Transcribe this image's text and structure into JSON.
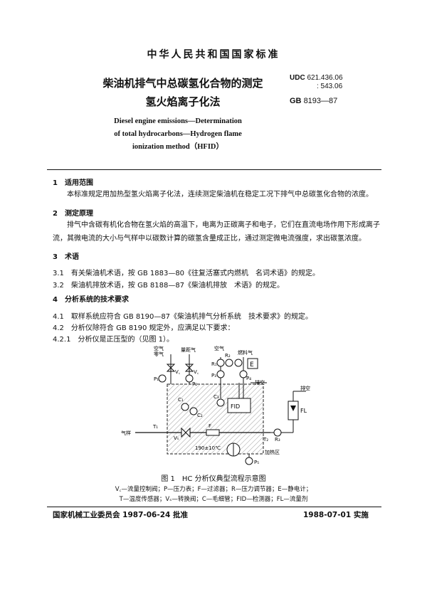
{
  "header": {
    "national_standard": "中华人民共和国国家标准",
    "title_zh_line1": "柴油机排气中总碳氢化合物的测定",
    "title_zh_line2": "氢火焰离子化法",
    "udc_label": "UDC",
    "udc_line1": "621.436.06",
    "udc_line2": ": 543.06",
    "gb_label": "GB",
    "gb_number": "8193—87",
    "title_en_line1": "Diesel engine emissions—Determination",
    "title_en_line2": "of total hydrocarbons—Hydrogen flame",
    "title_en_line3": "ionization method（HFID）"
  },
  "sections": {
    "s1_title": "1　适用范围",
    "s1_text": "本标准规定用加热型氢火焰离子化法，连续测定柴油机在稳定工况下排气中总碳氢化合物的浓度。",
    "s2_title": "2　测定原理",
    "s2_text": "排气中含碳有机化合物在氢火焰的高温下，电离为正碳离子和电子，它们在直流电场作用下形成离子流，其微电流的大小与气样中以碳数计算的碳氢含量成正比，通过测定微电流强度，求出碳氢浓度。",
    "s3_title": "3　术语",
    "s3_1": "3.1　有关柴油机术语，按 GB 1883—80《往复活塞式内燃机　名词术语》的规定。",
    "s3_2": "3.2　柴油机排放术语，按 GB 8188—87《柴油机排放　术语》的规定。",
    "s4_title": "4　分析系统的技术要求",
    "s4_1": "4.1　取样系统应符合 GB 8190—87《柴油机排气分析系统　技术要求》的规定。",
    "s4_2": "4.2　分析仪除符合 GB 8190 规定外，应满足以下要求：",
    "s4_2_1": "4.2.1　分析仪是正压型的（见图 1）。"
  },
  "figure": {
    "labels": {
      "air_zero": "空气",
      "air_zero2": "零气",
      "span_gas": "量距气",
      "air": "空气",
      "fuel_gas": "燃料气",
      "exhaust1": "排空",
      "exhaust2": "排空",
      "gas_sample": "气样",
      "heated_zone": "加热区",
      "temp": "190±10℃",
      "fid": "FID",
      "fl": "FL",
      "e": "E",
      "f": "F",
      "v_c": "V꜀",
      "v_c2": "V꜀",
      "v_s": "Vₛ",
      "p1": "P₁",
      "p2": "P₂",
      "p3": "P₃",
      "p4": "P₄",
      "p5": "P₅",
      "r1": "R₁",
      "r2": "R₂",
      "r3": "R₃",
      "c1": "C₁",
      "c2": "C₂",
      "c3": "C₃",
      "t1": "T₁",
      "t2": "T₂"
    },
    "caption": "图 1　HC 分析仪典型流程示意图",
    "legend_line1": "V꜀—流量控制阀；P—压力表；F—过滤器；R—压力调节器；E—静电计；",
    "legend_line2": "T—温度传感器；Vₛ—转换阀；C—毛细管；FID—检测器；FL—流量剂"
  },
  "footer": {
    "approval": "国家机械工业委员会 1987-06-24 批准",
    "implementation": "1988-07-01 实施"
  }
}
